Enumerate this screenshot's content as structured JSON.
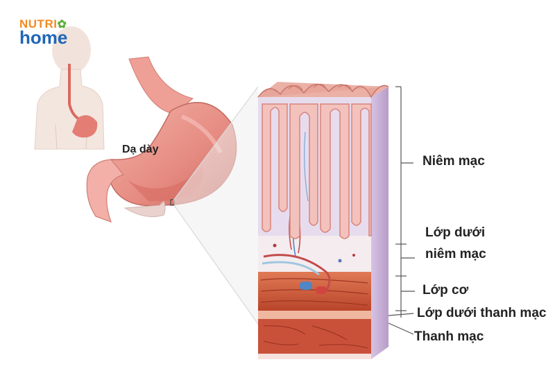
{
  "logo": {
    "line1": "NUTRI",
    "line2": "home",
    "orange": "#f28a20",
    "blue": "#1f66b8",
    "green": "#5fae3a"
  },
  "organ_label": "Dạ dày",
  "layer_labels": {
    "mucosa": "Niêm mạc",
    "submucosa_line1": "Lớp dưới",
    "submucosa_line2": "niêm mạc",
    "muscularis": "Lớp cơ",
    "subserosa": "Lớp dưới thanh mạc",
    "serosa": "Thanh mạc"
  },
  "colors": {
    "stomach": "#e98f86",
    "mucosa_pink": "#f0b6b1",
    "lamina_purple": "#e2d6ea",
    "muscle": "#cf5a3c",
    "text": "#222222"
  }
}
